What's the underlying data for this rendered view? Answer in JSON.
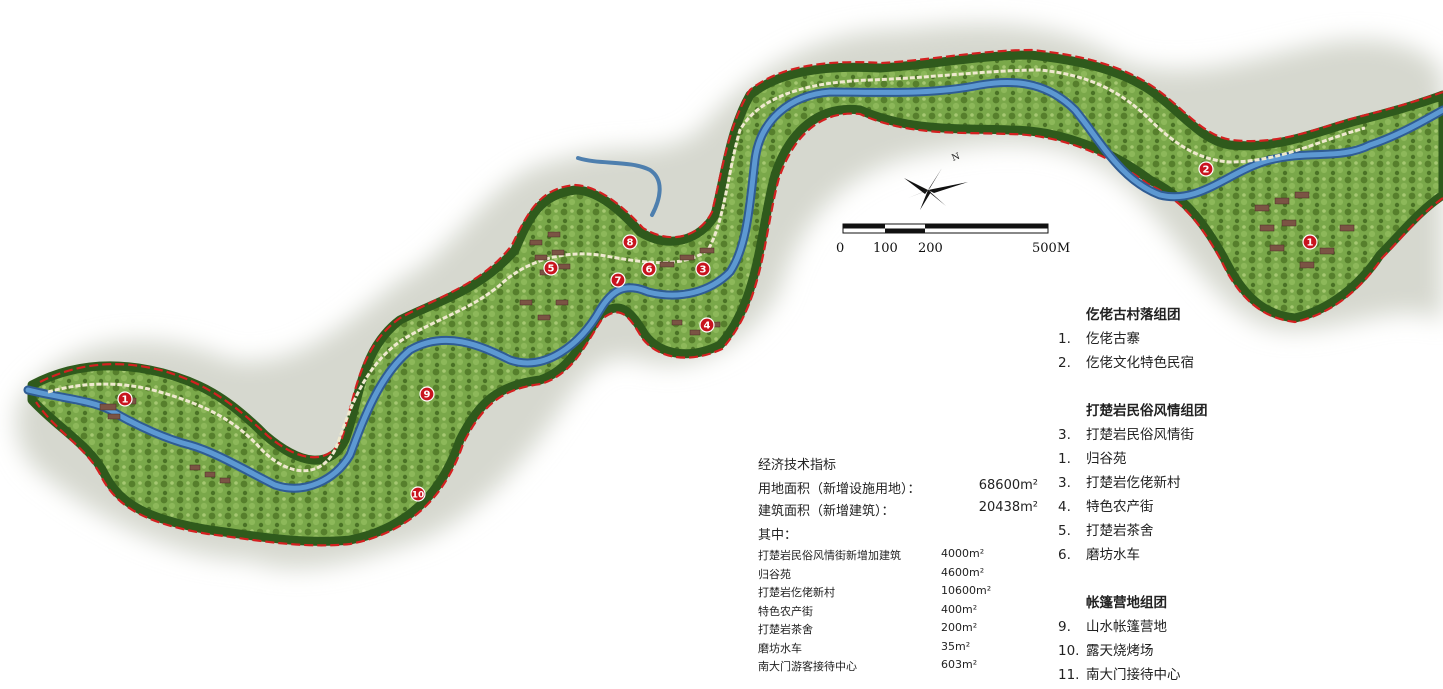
{
  "scale_bar": {
    "ticks": [
      "0",
      "100",
      "200",
      "500M"
    ]
  },
  "north_arrow": {
    "label": "N"
  },
  "markers": [
    "1",
    "9",
    "10",
    "5",
    "8",
    "6",
    "7",
    "3",
    "4",
    "2",
    "1"
  ],
  "economics": {
    "title": "经济技术指标",
    "land_area": {
      "label": "用地面积（新增设施用地）：",
      "value": "68600m²"
    },
    "building_area": {
      "label": "建筑面积（新增建筑）：",
      "value": "20438m²"
    },
    "breakdown_title": "其中：",
    "breakdown": [
      {
        "name": "打楚岩民俗风情街新增加建筑",
        "value": "4000m²"
      },
      {
        "name": "归谷苑",
        "value": "4600m²"
      },
      {
        "name": "打楚岩仡佬新村",
        "value": "10600m²"
      },
      {
        "name": "特色农产街",
        "value": "400m²"
      },
      {
        "name": "打楚岩茶舍",
        "value": "200m²"
      },
      {
        "name": "磨坊水车",
        "value": "35m²"
      },
      {
        "name": "南大门游客接待中心",
        "value": "603m²"
      }
    ]
  },
  "legend": {
    "groups": [
      {
        "title": "仡佬古村落组团",
        "items": [
          {
            "num": "1.",
            "name": "仡佬古寨"
          },
          {
            "num": "2.",
            "name": "仡佬文化特色民宿"
          }
        ]
      },
      {
        "title": "打楚岩民俗风情组团",
        "items": [
          {
            "num": "3.",
            "name": "打楚岩民俗风情街"
          },
          {
            "num": "1.",
            "name": "归谷苑"
          },
          {
            "num": "3.",
            "name": "打楚岩仡佬新村"
          },
          {
            "num": "4.",
            "name": "特色农产街"
          },
          {
            "num": "5.",
            "name": "打楚岩茶舍"
          },
          {
            "num": "6.",
            "name": "磨坊水车"
          }
        ]
      },
      {
        "title": "帐篷营地组团",
        "items": [
          {
            "num": "9.",
            "name": "山水帐篷营地"
          },
          {
            "num": "10.",
            "name": "露天烧烤场"
          },
          {
            "num": "11.",
            "name": "南大门接待中心"
          }
        ]
      }
    ]
  },
  "colors": {
    "river": "#3b78b8",
    "vegetation": "#6a9a3c",
    "dark_forest": "#2f5a1c",
    "boundary": "#d42020",
    "marker": "#c8141e",
    "terrain_shadow": "#d9dad3"
  }
}
